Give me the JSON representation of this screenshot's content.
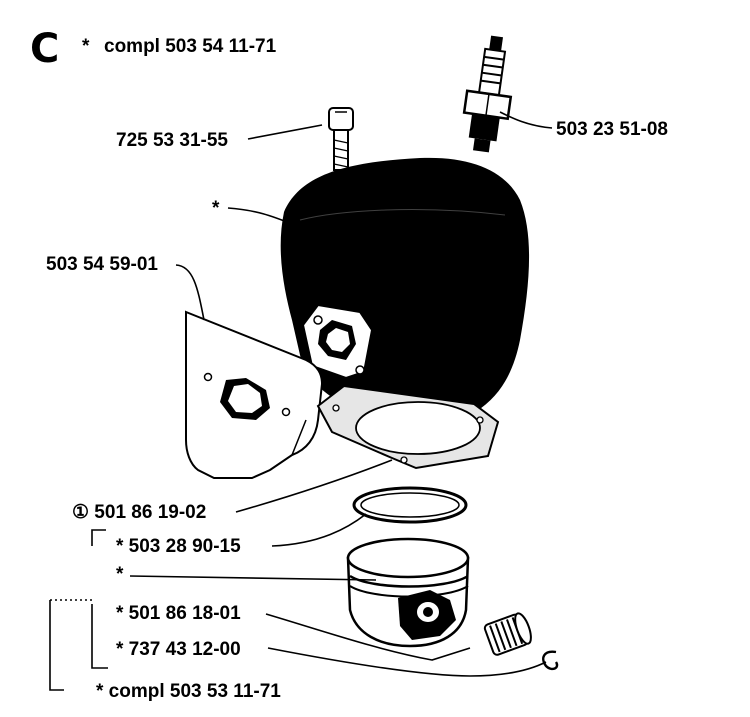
{
  "section": "C",
  "assembly": {
    "marker": "*",
    "part": "compl 503 54 11-71"
  },
  "labels": {
    "screw": "725 53 31-55",
    "spark_plug": "503 23 51-08",
    "cylinder_star": "*",
    "heat_shield": "503 54 59-01",
    "gasket": "① 501 86 19-02",
    "ring": "*  503 28 90-15",
    "piston_star": "*",
    "pin": "*  501 86 18-01",
    "bearing": "*  737 43 12-00",
    "piston_kit": "*  compl 503 53 11-71"
  }
}
